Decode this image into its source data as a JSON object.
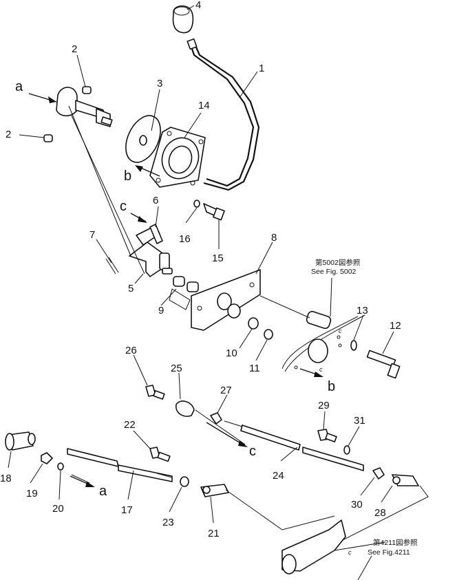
{
  "parts": {
    "p1": "1",
    "p2a": "2",
    "p2b": "2",
    "p3": "3",
    "p4": "4",
    "p5": "5",
    "p6": "6",
    "p7": "7",
    "p8": "8",
    "p9": "9",
    "p10": "10",
    "p11": "11",
    "p12": "12",
    "p13": "13",
    "p14": "14",
    "p15": "15",
    "p16": "16",
    "p17": "17",
    "p18": "18",
    "p19": "19",
    "p20": "20",
    "p21": "21",
    "p22": "22",
    "p23": "23",
    "p24": "24",
    "p25": "25",
    "p26": "26",
    "p27": "27",
    "p28": "28",
    "p29": "29",
    "p30": "30",
    "p31": "31"
  },
  "refs": {
    "a_top": "a",
    "a_bottom": "a",
    "b_top": "b",
    "b_bottom": "b",
    "c_top": "c",
    "c_mid": "c",
    "c_small1": "c",
    "c_small2": "c",
    "c_small3": "c"
  },
  "notes": {
    "fig5002_jp": "第5002図参照",
    "fig5002_en": "See Fig. 5002",
    "fig4211_jp": "第4211図参照",
    "fig4211_en": "See Fig.4211"
  }
}
